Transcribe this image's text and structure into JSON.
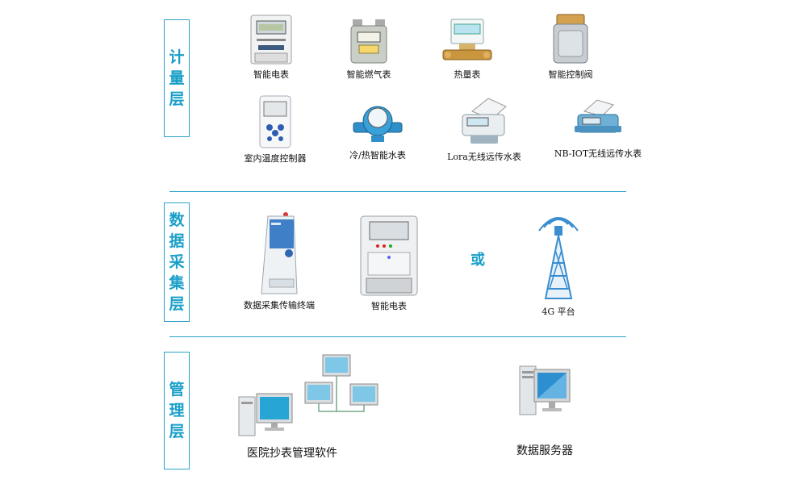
{
  "layers": {
    "metering": [
      "计",
      "量",
      "层"
    ],
    "acquisition": [
      "数",
      "据",
      "采",
      "集",
      "层"
    ],
    "management": [
      "管",
      "理",
      "层"
    ]
  },
  "metering_devices": {
    "smart_meter": "智能电表",
    "gas_meter": "智能燃气表",
    "heat_meter": "热量表",
    "control_valve": "智能控制阀",
    "room_thermostat": "室内温度控制器",
    "water_meter": "冷/热智能水表",
    "lora_water_meter": "Lora无线远传水表",
    "nbiot_water_meter": "NB-IOT无线远传水表"
  },
  "acquisition_devices": {
    "terminal": "数据采集传输终端",
    "smart_meter": "智能电表",
    "or": "或",
    "platform": "4G 平台"
  },
  "management_devices": {
    "software": "医院抄表管理软件",
    "server": "数据服务器"
  },
  "colors": {
    "accent": "#1aa0c8",
    "line": "#2aa3c9"
  }
}
